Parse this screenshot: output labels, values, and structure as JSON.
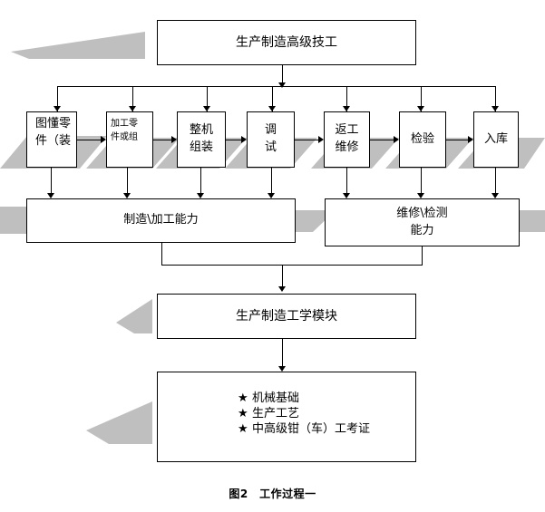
{
  "figure": {
    "caption": "图2　工作过程一"
  },
  "nodes": {
    "top": {
      "label": "生产制造高级技工"
    },
    "process": [
      {
        "id": "p1",
        "label": "图懂零件（装"
      },
      {
        "id": "p2",
        "label": "加工零\n件或组"
      },
      {
        "id": "p3",
        "label": "整机\n组装"
      },
      {
        "id": "p4",
        "label": "调\n试"
      },
      {
        "id": "p5",
        "label": "返工\n维修"
      },
      {
        "id": "p6",
        "label": "检验"
      },
      {
        "id": "p7",
        "label": "入库"
      }
    ],
    "capabilities": [
      {
        "id": "c1",
        "label": "制造\\加工能力"
      },
      {
        "id": "c2",
        "label": "维修\\检测\n能力"
      }
    ],
    "module": {
      "label": "生产制造工学模块"
    },
    "list": {
      "bullet_icon": "★",
      "items": [
        "机械基础",
        "生产工艺",
        "中高级钳（车）工考证"
      ]
    }
  },
  "colors": {
    "stroke": "#000000",
    "background": "#ffffff",
    "shadow": "#bfbfbf"
  }
}
